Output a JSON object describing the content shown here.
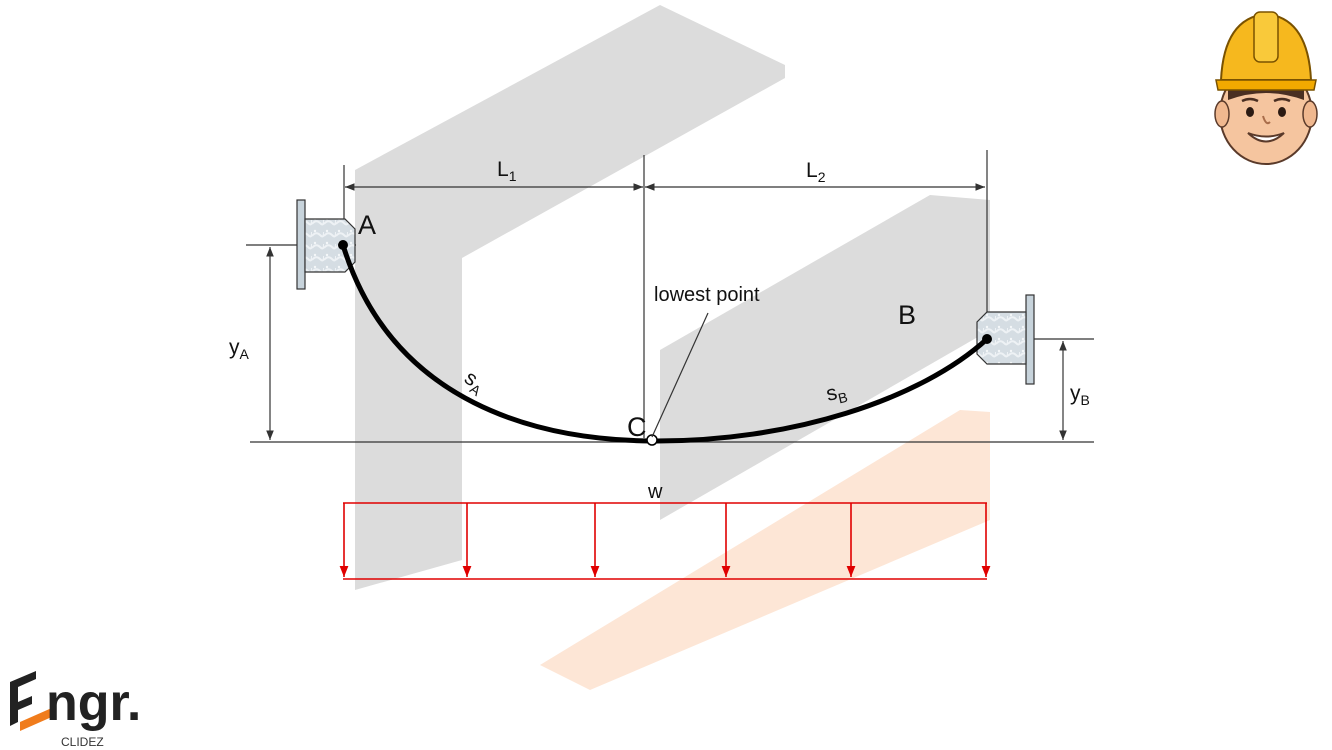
{
  "diagram": {
    "labels": {
      "point_a": "A",
      "point_b": "B",
      "point_c": "C",
      "lowest_point": "lowest point",
      "span_1": "L",
      "span_1_sub": "1",
      "span_2": "L",
      "span_2_sub": "2",
      "height_a": "y",
      "height_a_sub": "A",
      "height_b": "y",
      "height_b_sub": "B",
      "arc_a": "s",
      "arc_a_sub": "A",
      "arc_b": "s",
      "arc_b_sub": "B",
      "load": "w"
    },
    "colors": {
      "cable": "#000000",
      "load_arrows": "#e00000",
      "dimension_lines": "#333333",
      "support_fill": "#c7d3db",
      "watermark_gray": "#dcdcdc",
      "watermark_orange": "#fde6d6"
    }
  },
  "branding": {
    "logo_text": "ngr.",
    "logo_subtext": "CLIDEZ",
    "mascot": "engineer-mascot-icon"
  }
}
